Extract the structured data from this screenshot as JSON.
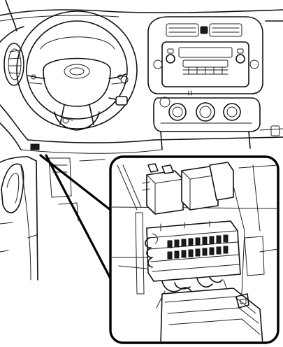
{
  "illustration": {
    "subject": "fuse-box-location-driver-side",
    "parts": [
      "dashboard",
      "steering-wheel",
      "center-console",
      "air-vent",
      "radio-head-unit",
      "climate-control-knobs",
      "door-panel",
      "fuse-box-callout"
    ]
  },
  "colors": {
    "line": "#111111",
    "background": "#ffffff"
  }
}
